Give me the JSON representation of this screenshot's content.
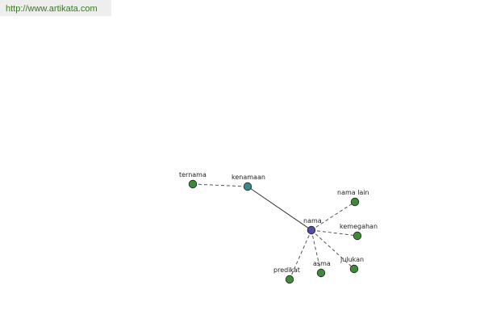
{
  "banner": {
    "url_text": "http://www.artikata.com"
  },
  "colors": {
    "leaf": "#3f8a3a",
    "intermediate": "#3a8a8a",
    "root": "#4b4fa6",
    "stroke": "#555555"
  },
  "graph": {
    "nodes": [
      {
        "id": "ternama",
        "label": "ternama",
        "kind": "leaf"
      },
      {
        "id": "kenamaan",
        "label": "kenamaan",
        "kind": "intermediate"
      },
      {
        "id": "nama",
        "label": "nama",
        "kind": "root"
      },
      {
        "id": "nama_lain",
        "label": "nama lain",
        "kind": "leaf"
      },
      {
        "id": "kemegahan",
        "label": "kemegahan",
        "kind": "leaf"
      },
      {
        "id": "julukan",
        "label": "julukan",
        "kind": "leaf"
      },
      {
        "id": "asma",
        "label": "asma",
        "kind": "leaf"
      },
      {
        "id": "predikat",
        "label": "predikat",
        "kind": "leaf"
      }
    ],
    "edges": [
      {
        "from": "ternama",
        "to": "kenamaan",
        "style": "dashed"
      },
      {
        "from": "kenamaan",
        "to": "nama",
        "style": "solid"
      },
      {
        "from": "nama",
        "to": "nama_lain",
        "style": "dashed"
      },
      {
        "from": "nama",
        "to": "kemegahan",
        "style": "dashed"
      },
      {
        "from": "nama",
        "to": "julukan",
        "style": "dashed"
      },
      {
        "from": "nama",
        "to": "asma",
        "style": "dashed"
      },
      {
        "from": "nama",
        "to": "predikat",
        "style": "dashed"
      }
    ]
  }
}
